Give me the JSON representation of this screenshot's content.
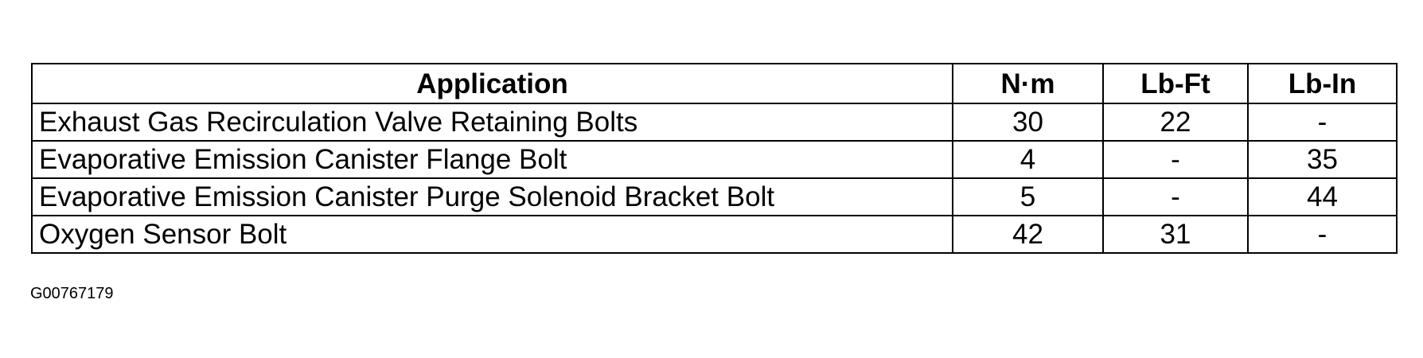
{
  "table": {
    "headers": {
      "application": "Application",
      "nm": "N·m",
      "lbft": "Lb-Ft",
      "lbin": "Lb-In"
    },
    "rows": [
      {
        "application": "Exhaust Gas Recirculation Valve Retaining Bolts",
        "nm": "30",
        "lbft": "22",
        "lbin": "-"
      },
      {
        "application": "Evaporative Emission Canister Flange Bolt",
        "nm": "4",
        "lbft": "-",
        "lbin": "35"
      },
      {
        "application": "Evaporative Emission Canister Purge Solenoid Bracket Bolt",
        "nm": "5",
        "lbft": "-",
        "lbin": "44"
      },
      {
        "application": "Oxygen Sensor Bolt",
        "nm": "42",
        "lbft": "31",
        "lbin": "-"
      }
    ]
  },
  "figure_id": "G00767179"
}
